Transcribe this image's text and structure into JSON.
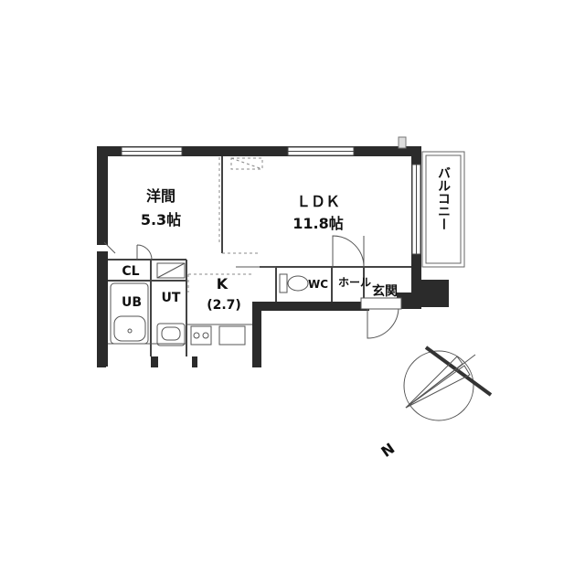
{
  "rooms": {
    "western": {
      "name": "洋間",
      "size": "5.3帖"
    },
    "ldk": {
      "name": "ＬＤＫ",
      "size": "11.8帖"
    },
    "kitchen": {
      "name": "K",
      "size": "(2.7)"
    },
    "closet": "CL",
    "bath": "UB",
    "utility": "UT",
    "toilet": "WC",
    "hall": "ホール",
    "entrance": "玄関",
    "balcony": "バルコニー"
  },
  "compass": {
    "north_label": "N"
  },
  "colors": {
    "wall": "#2b2b2b",
    "line": "#555555",
    "dash": "#888888"
  }
}
